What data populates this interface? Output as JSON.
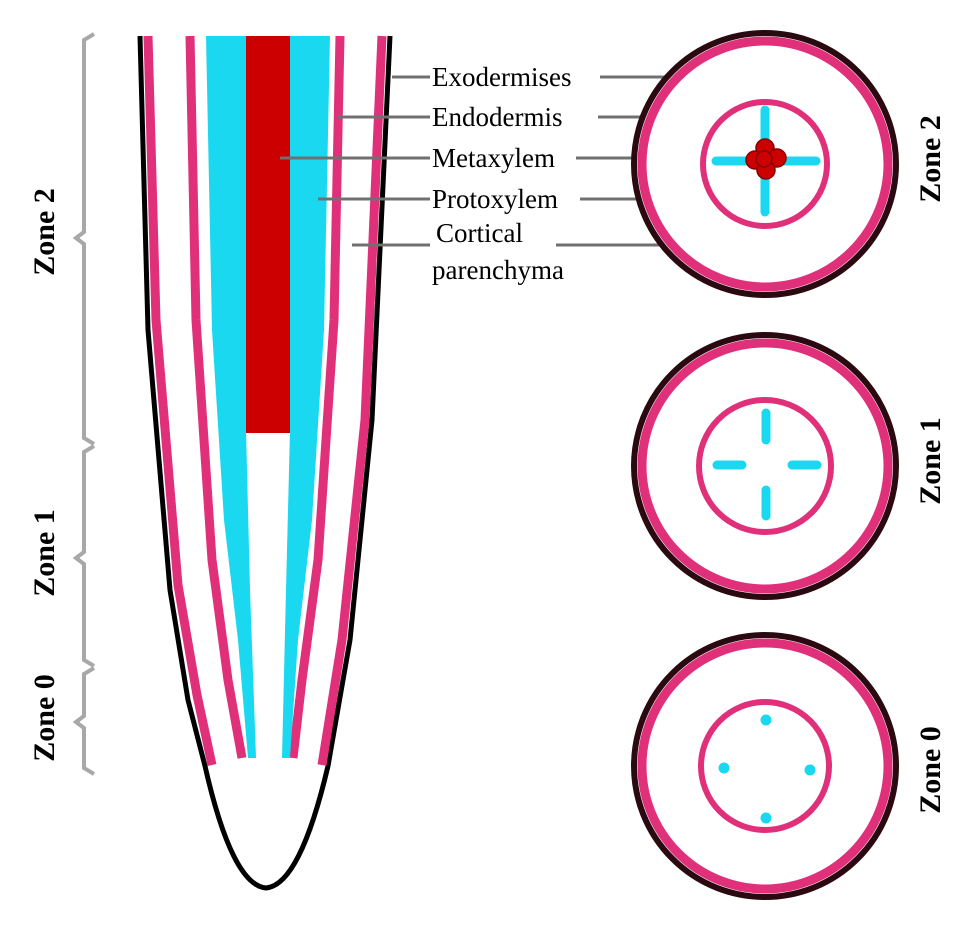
{
  "labels": {
    "exodermises": "Exodermises",
    "endodermis": "Endodermis",
    "metaxylem": "Metaxylem",
    "protoxylem": "Protoxylem",
    "cortical_1": "Cortical",
    "cortical_2": "parenchyma"
  },
  "zones": {
    "zone2": "Zone 2",
    "zone1": "Zone 1",
    "zone0": "Zone 0"
  },
  "colors": {
    "outline": "#000000",
    "exodermis": "#e0307a",
    "endodermis": "#e0307a",
    "protoxylem": "#1ad8f0",
    "metaxylem": "#cc0000",
    "bracket": "#a8a8a8",
    "leader": "#707070",
    "cross_section_rim": "#2a0a10"
  }
}
